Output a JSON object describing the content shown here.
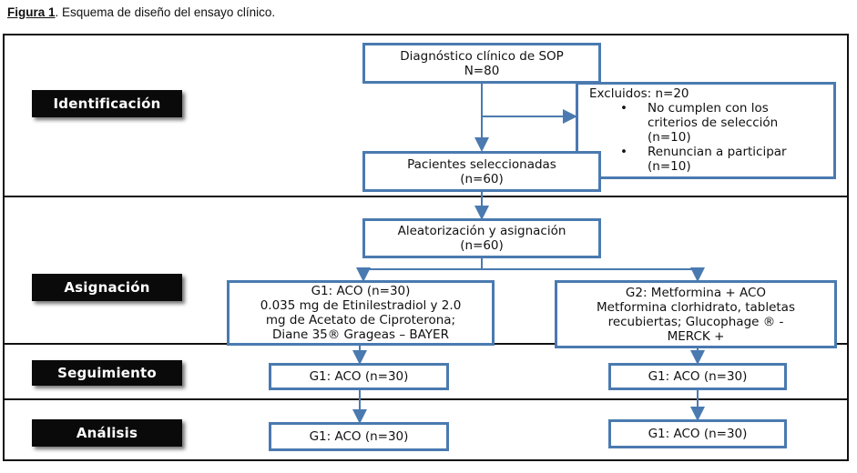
{
  "caption": {
    "figure": "Figura 1",
    "text": ". Esquema de diseño del ensayo clínico."
  },
  "phases": {
    "identificacion": "Identificación",
    "asignacion": "Asignación",
    "seguimiento": "Seguimiento",
    "analisis": "Análisis"
  },
  "diagnostico": {
    "line1": "Diagnóstico clínico de SOP",
    "line2": "N=80"
  },
  "excluidos": {
    "title": "Excluidos: n=20",
    "item1": {
      "bullet": "•",
      "line1": "No cumplen con los",
      "line2": "criterios de selección",
      "line3": "(n=10)"
    },
    "item2": {
      "bullet": "•",
      "line1": "Renuncian a participar",
      "line2": "(n=10)"
    }
  },
  "seleccionadas": {
    "line1": "Pacientes seleccionadas",
    "line2": "(n=60)"
  },
  "aleatorizacion": {
    "line1": "Aleatorización y asignación",
    "line2": "(n=60)"
  },
  "g1": {
    "line1": "G1: ACO (n=30)",
    "line2": "0.035 mg de Etinilestradiol y 2.0",
    "line3": "mg de Acetato de Ciproterona;",
    "line4": "Diane 35® Grageas – BAYER"
  },
  "g2": {
    "line1": "G2: Metformina + ACO",
    "line2": "Metformina clorhidrato, tabletas",
    "line3": "recubiertas; Glucophage ® -",
    "line4": "MERCK +"
  },
  "seguimiento_left": "G1: ACO (n=30)",
  "seguimiento_right": "G1: ACO (n=30)",
  "analisis_left": "G1: ACO (n=30)",
  "analisis_right": "G1: ACO (n=30)",
  "colors": {
    "box_border": "#4a7ab0",
    "arrow": "#4a7ab0",
    "label_bg": "#0a0a0a"
  }
}
